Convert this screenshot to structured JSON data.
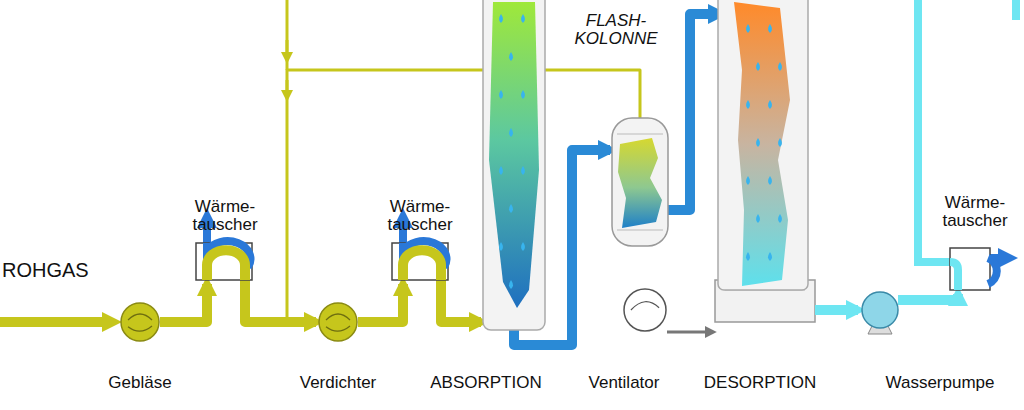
{
  "diagram": {
    "nodes": [
      {
        "text": [
          "Gebläse"
        ]
      },
      {
        "text": [
          "Wärme- tauscher"
        ]
      },
      {
        "text": [
          "Verdichter"
        ]
      },
      {
        "text": [
          "Wärme- tauscher"
        ]
      },
      {
        "text": [
          "ABSORPTION"
        ]
      },
      {
        "text": [
          "FLASH- KOLONNE"
        ]
      },
      {
        "text": [
          "Ventilator"
        ]
      },
      {
        "text": [
          "DESORPTION"
        ]
      },
      {
        "text": [
          "Wasserpumpe"
        ]
      },
      {
        "text": [
          "Wärme- tauscher"
        ]
      }
    ],
    "edges": [
      {
        "from": 0,
        "to": 1,
        "arrow": "to"
      },
      {
        "from": 1,
        "to": 2,
        "arrow": "to"
      },
      {
        "from": 2,
        "to": 3,
        "arrow": "to"
      },
      {
        "from": 3,
        "to": 4,
        "arrow": "to"
      },
      {
        "from": 4,
        "to": 5,
        "arrow": "to"
      },
      {
        "from": 5,
        "to": 7,
        "arrow": "to"
      },
      {
        "from": 5,
        "to": 2,
        "arrow": "to"
      },
      {
        "from": 6,
        "to": 7,
        "arrow": "to"
      },
      {
        "from": 7,
        "to": 8,
        "arrow": "to"
      },
      {
        "from": 8,
        "to": 9,
        "arrow": "to"
      }
    ],
    "labels": [
      "ROHGAS"
    ]
  }
}
